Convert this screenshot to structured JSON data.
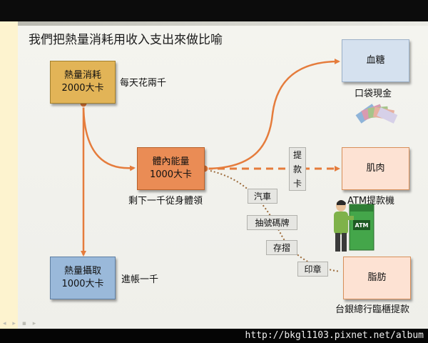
{
  "title": "我們把熱量消耗用收入支出來做比喻",
  "nodes": {
    "expenditure": "熱量消耗\n2000大卡",
    "body_energy": "體內能量\n1000大卡",
    "intake": "熱量攝取\n1000大卡",
    "blood_sugar": "血糖",
    "muscle": "肌肉",
    "fat": "脂肪"
  },
  "labels": {
    "daily_spend": "每天花兩千",
    "remaining": "剩下一千從身體領",
    "income": "進帳一千",
    "pocket_cash": "口袋現金",
    "atm_withdraw": "ATM提款機",
    "bank_counter": "台銀總行臨櫃提款"
  },
  "tags": {
    "withdraw_card": "提\n款\n卡",
    "car": "汽車",
    "queue_ticket": "抽號碼牌",
    "passbook": "存摺",
    "seal": "印章"
  },
  "atm_sign": "ATM",
  "footer_url": "http://bkgl1103.pixnet.net/album",
  "colors": {
    "arrow_orange": "#e57c3c",
    "dotted_brown": "#9b6a3a"
  }
}
